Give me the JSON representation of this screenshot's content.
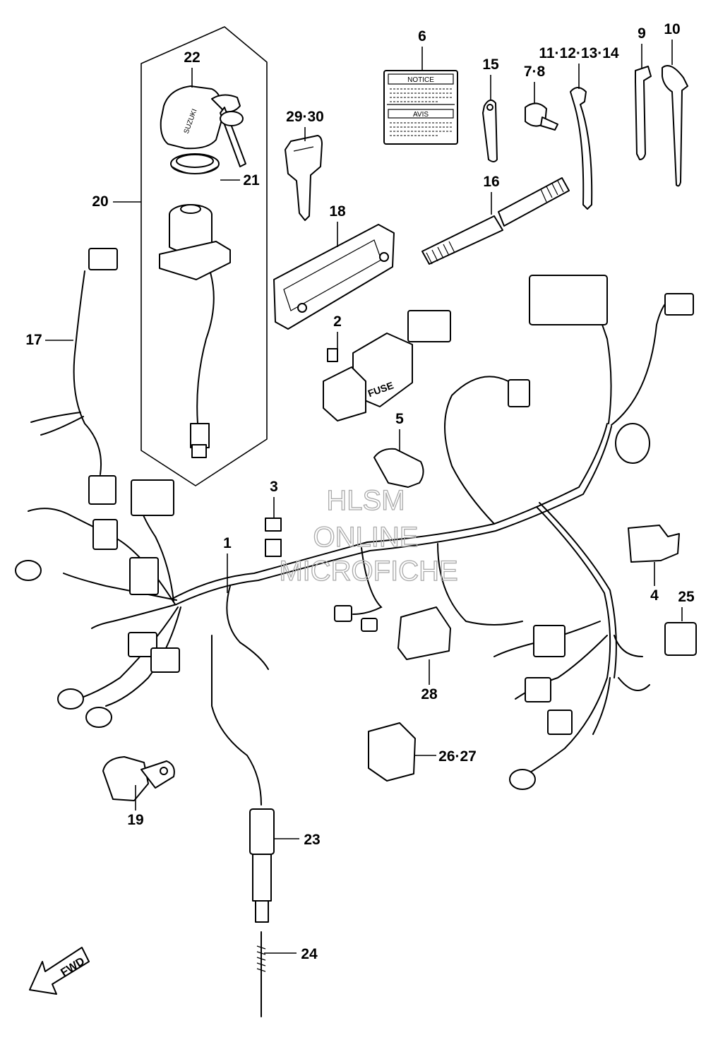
{
  "callouts": [
    "1",
    "2",
    "3",
    "4",
    "5",
    "6",
    "7·8",
    "9",
    "10",
    "11·12·13·14",
    "15",
    "16",
    "17",
    "18",
    "19",
    "20",
    "21",
    "22",
    "23",
    "24",
    "25",
    "26·27",
    "28",
    "29·30"
  ],
  "part_labels": {
    "notice": "NOTICE",
    "avis": "AVIS",
    "fuse": "FUSE",
    "key_brand": "SUZUKI",
    "fwd": "FWD"
  },
  "watermark": {
    "line1": "HLSM",
    "line2": "ONLINE",
    "line3": "MICROFICHE"
  }
}
